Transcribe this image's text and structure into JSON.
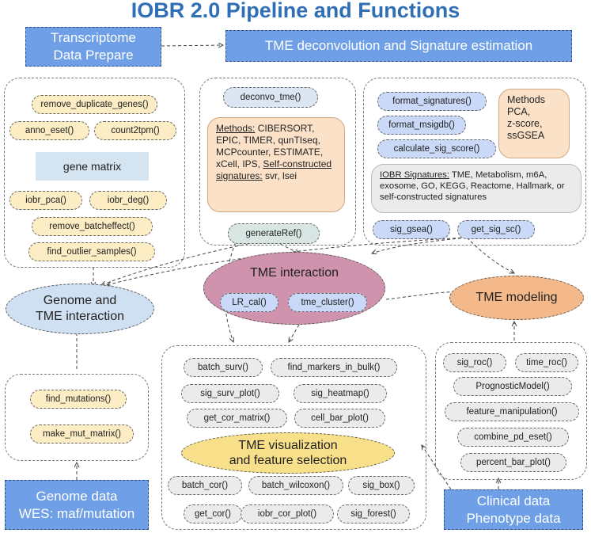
{
  "title": "IOBR 2.0 Pipeline and Functions",
  "inputs": {
    "transcriptome": [
      "Transcriptome",
      "Data Prepare"
    ],
    "tme_deconv": "TME deconvolution and Signature estimation",
    "genome": [
      "Genome data",
      "WES: maf/mutation"
    ],
    "clinical": [
      "Clinical data",
      "Phenotype data"
    ]
  },
  "prepare": {
    "remove_dup": "remove_duplicate_genes()",
    "anno_eset": "anno_eset()",
    "count2tpm": "count2tpm()",
    "gene_matrix": "gene matrix",
    "iobr_pca": "iobr_pca()",
    "iobr_deg": "iobr_deg()",
    "remove_batch": "remove_batcheffect()",
    "find_outlier": "find_outlier_samples()"
  },
  "deconvo": {
    "deconvo_tme": "deconvo_tme()",
    "methods_label": "Methods:",
    "methods_text": " CIBERSORT, EPIC, TIMER, qunTIseq, MCPcounter, ESTIMATE, xCell, IPS,",
    "self_label": "Self-constructed signatures:",
    "self_text": " svr, lsei",
    "generate_ref": "generateRef()"
  },
  "signature": {
    "format_signatures": "format_signatures()",
    "format_msigdb": "format_msigdb()",
    "calculate_sig_score": "calculate_sig_score()",
    "methods_box": [
      "Methods",
      "PCA,",
      "z-score,",
      "ssGSEA"
    ],
    "iobr_label": "IOBR Signatures:",
    "iobr_text": " TME, Metabolism, m6A, exosome, GO, KEGG, Reactome, Hallmark, or self-constructed signatures",
    "sig_gsea": "sig_gsea()",
    "get_sig_sc": "get_sig_sc()"
  },
  "genome_tme": [
    "Genome and",
    "TME interaction"
  ],
  "tme_interaction": {
    "title": "TME interaction",
    "lr_cal": "LR_cal()",
    "tme_cluster": "tme_cluster()"
  },
  "tme_modeling": "TME modeling",
  "mutation": {
    "find_mutations": "find_mutations()",
    "make_mut_matrix": "make_mut_matrix()"
  },
  "visualization": {
    "title": [
      "TME visualization",
      "and feature selection"
    ],
    "batch_surv": "batch_surv()",
    "find_markers": "find_markers_in_bulk()",
    "sig_surv_plot": "sig_surv_plot()",
    "sig_heatmap": "sig_heatmap()",
    "get_cor_matrix": "get_cor_matrix()",
    "cell_bar_plot": "cell_bar_plot()",
    "batch_cor": "batch_cor()",
    "batch_wilcoxon": "batch_wilcoxon()",
    "sig_box": "sig_box()",
    "get_cor": "get_cor()",
    "iobr_cor_plot": "iobr_cor_plot()",
    "sig_forest": "sig_forest()"
  },
  "modeling": {
    "sig_roc": "sig_roc()",
    "time_roc": "time_roc()",
    "prognostic_model": "PrognosticModel()",
    "feature_manipulation": "feature_manipulation()",
    "combine_pd_eset": "combine_pd_eset()",
    "percent_bar_plot": "percent_bar_plot()"
  },
  "colors": {
    "title": "#2f6fb5",
    "input_box": "#6f9fe6",
    "yellow_pill": "#fdedc5",
    "blue_pill": "#c9d9f7",
    "grey_pill": "#ebebeb",
    "methods_box": "#fbe1c8",
    "genome_ellipse": "#cfe0f3",
    "interaction_ellipse": "#cf93ad",
    "modeling_ellipse": "#f4b98a",
    "visual_ellipse": "#f8e08a"
  }
}
